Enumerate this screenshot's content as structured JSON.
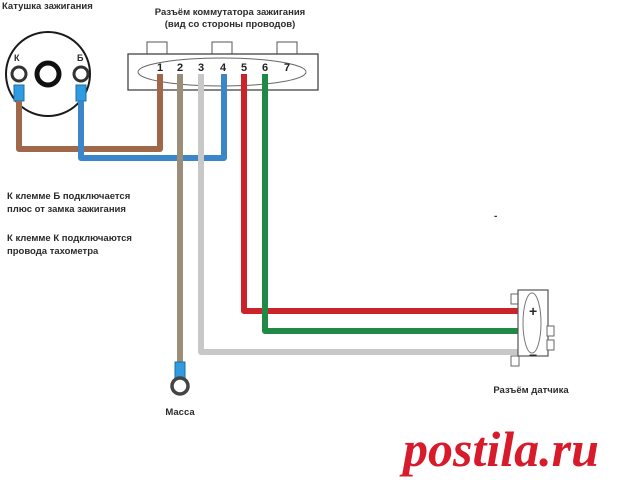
{
  "coil": {
    "title": "Катушка зажигания",
    "terminal_k": "К",
    "terminal_b": "Б"
  },
  "connector": {
    "title_line1": "Разъём коммутатора зажигания",
    "title_line2": "(вид со стороны проводов)",
    "pins": [
      "1",
      "2",
      "3",
      "4",
      "5",
      "6",
      "7"
    ]
  },
  "notes": {
    "b_line1": "К клемме Б подключается",
    "b_line2": "плюс от замка зажигания",
    "k_line1": "К клемме К подключаются",
    "k_line2": "провода тахометра"
  },
  "ground": {
    "label": "Масса"
  },
  "sensor": {
    "label": "Разъём датчика",
    "plus": "+",
    "minus": "−",
    "stray_mark": "-"
  },
  "watermark": {
    "text": "postila.ru"
  },
  "colors": {
    "brown_wire": "#a0684a",
    "blue_wire": "#3a86c8",
    "gray_brown_wire": "#9a8e78",
    "light_gray_wire": "#c8c8c8",
    "red_wire": "#cc2229",
    "green_wire": "#1f8a45",
    "terminal_blue": "#2f9be0",
    "watermark_red": "#d81b2a"
  }
}
